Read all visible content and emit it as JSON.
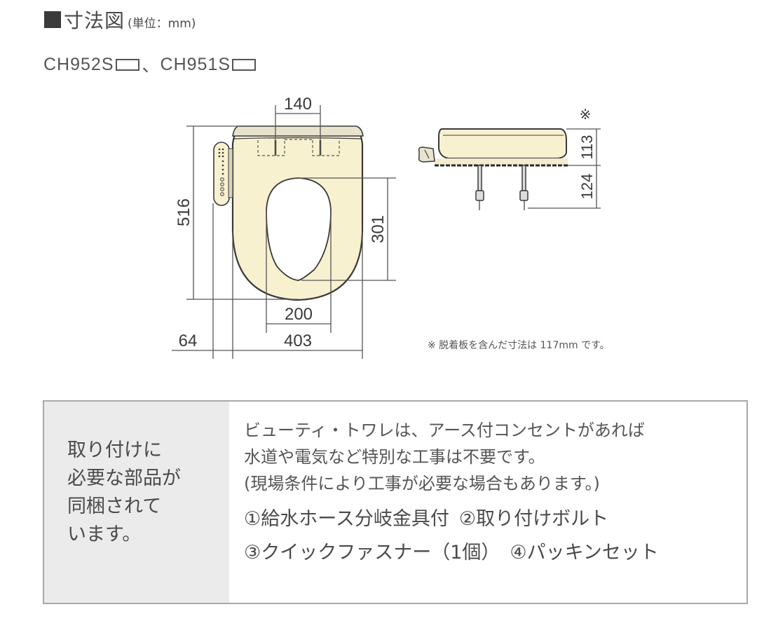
{
  "header": {
    "title": "寸法図",
    "unit_note": "(単位：mm)"
  },
  "models": {
    "model_1": "CH952S",
    "separator": "、",
    "model_2": "CH951S"
  },
  "diagram": {
    "front_view": {
      "dim_hinge_spacing": "140",
      "dim_total_length": "516",
      "dim_opening_length": "301",
      "dim_opening_width": "200",
      "dim_seat_width": "403",
      "dim_remote_offset": "64"
    },
    "side_view": {
      "note_mark": "※",
      "dim_seat_height": "113",
      "dim_bolt_length": "124"
    },
    "colors": {
      "seat_fill": "#f8f1d0",
      "line": "#3a3a3a",
      "dim_line": "#555555"
    }
  },
  "footnote": "※ 脱着板を含んだ寸法は 117mm です。",
  "spec_table": {
    "label_lines": [
      "取り付けに",
      "必要な部品が",
      "同梱されて",
      "います。"
    ],
    "description_lines": [
      "ビューティ・トワレは、アース付コンセントがあれば",
      "水道や電気など特別な工事は不要です。",
      "(現場条件により工事が必要な場合もあります。)"
    ],
    "parts": [
      "①給水ホース分岐金具付",
      "②取り付けボルト",
      "③クイックファスナー（1個）",
      "④パッキンセット"
    ],
    "colors": {
      "label_bg": "#ebebeb",
      "border": "#a8a8a8"
    }
  }
}
